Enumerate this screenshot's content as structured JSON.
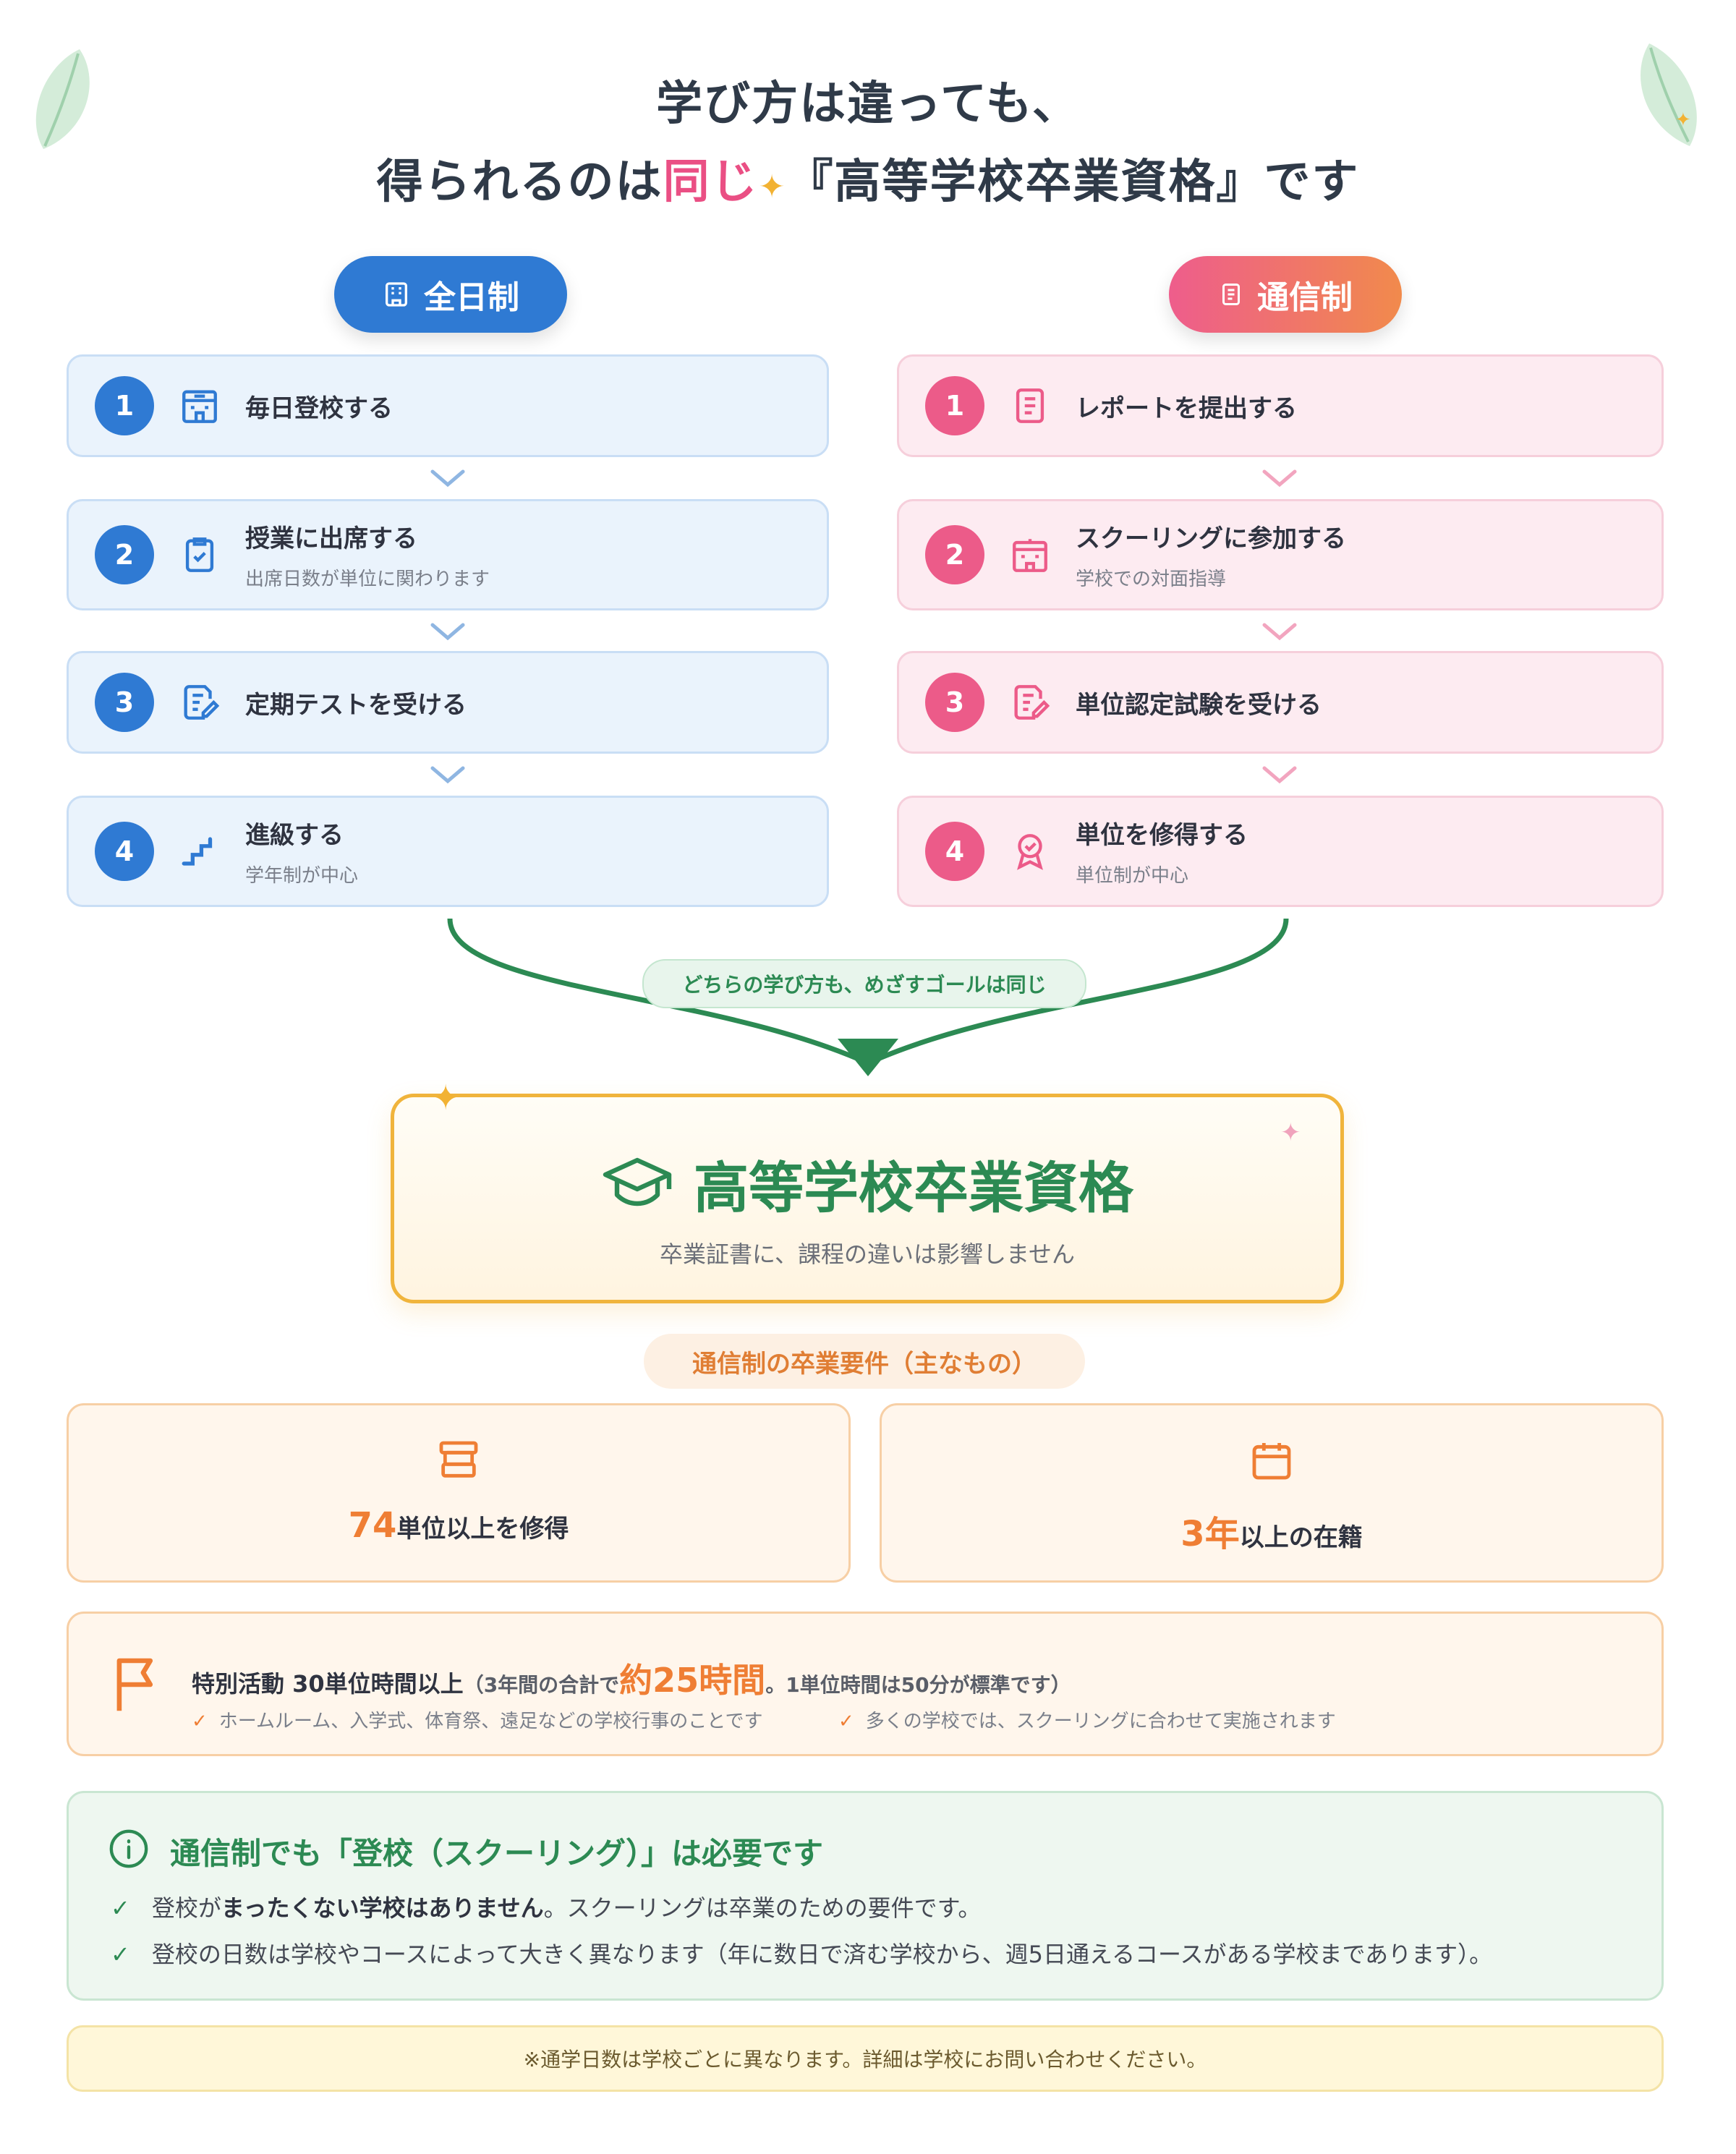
{
  "title": {
    "line1": "学び方は違っても、",
    "line2_pre": "得られるのは",
    "line2_highlight": "同じ",
    "line2_post": "『高等学校卒業資格』です"
  },
  "full_time": {
    "label": "全日制",
    "steps": [
      {
        "num": "1",
        "main": "毎日登校する",
        "sub": "",
        "icon": "school-building-icon"
      },
      {
        "num": "2",
        "main": "授業に出席する",
        "sub": "出席日数が単位に関わります",
        "icon": "clipboard-check-icon"
      },
      {
        "num": "3",
        "main": "定期テストを受ける",
        "sub": "",
        "icon": "test-sheet-edit-icon"
      },
      {
        "num": "4",
        "main": "進級する",
        "sub": "学年制が中心",
        "icon": "stairs-icon"
      }
    ]
  },
  "correspondence": {
    "label": "通信制",
    "steps": [
      {
        "num": "1",
        "main": "レポートを提出する",
        "sub": "",
        "icon": "document-icon"
      },
      {
        "num": "2",
        "main": "スクーリングに参加する",
        "sub": "学校での対面指導",
        "icon": "school-building-icon"
      },
      {
        "num": "3",
        "main": "単位認定試験を受ける",
        "sub": "",
        "icon": "test-sheet-edit-icon"
      },
      {
        "num": "4",
        "main": "単位を修得する",
        "sub": "単位制が中心",
        "icon": "award-badge-icon"
      }
    ]
  },
  "goal_label": "どちらの学び方も、めざすゴールは同じ",
  "diploma": {
    "title": "高等学校卒業資格",
    "subtitle": "卒業証書に、課程の違いは影響しません"
  },
  "requirements": {
    "label": "通信制の卒業要件（主なもの）",
    "credits_number": "74",
    "credits_text": "単位以上を修得",
    "years_number": "3年",
    "years_text": "以上の在籍",
    "activity": {
      "title": "特別活動 30単位時間以上",
      "paren_pre": "（3年間の合計で",
      "hours": "約25時間",
      "paren_post": "。1単位時間は50分が標準です）",
      "note1": "ホームルーム、入学式、体育祭、遠足などの学校行事のことです",
      "note2": "多くの学校では、スクーリングに合わせて実施されます"
    }
  },
  "info": {
    "title": "通信制でも「登校（スクーリング）」は必要です",
    "row1_pre": "登校が",
    "row1_bold": "まったくない学校はありません",
    "row1_post": "。スクーリングは卒業のための要件です。",
    "row2": "登校の日数は学校やコースによって大きく異なります（年に数日で済む学校から、週5日通えるコースがある学校まであります）。"
  },
  "footnote": "※通学日数は学校ごとに異なります。詳細は学校にお問い合わせください。",
  "colors": {
    "blue": "#2f7ad3",
    "pink": "#ec5b89",
    "green": "#2c8a53",
    "orange": "#ef7e34",
    "gold": "#f0b43c"
  }
}
